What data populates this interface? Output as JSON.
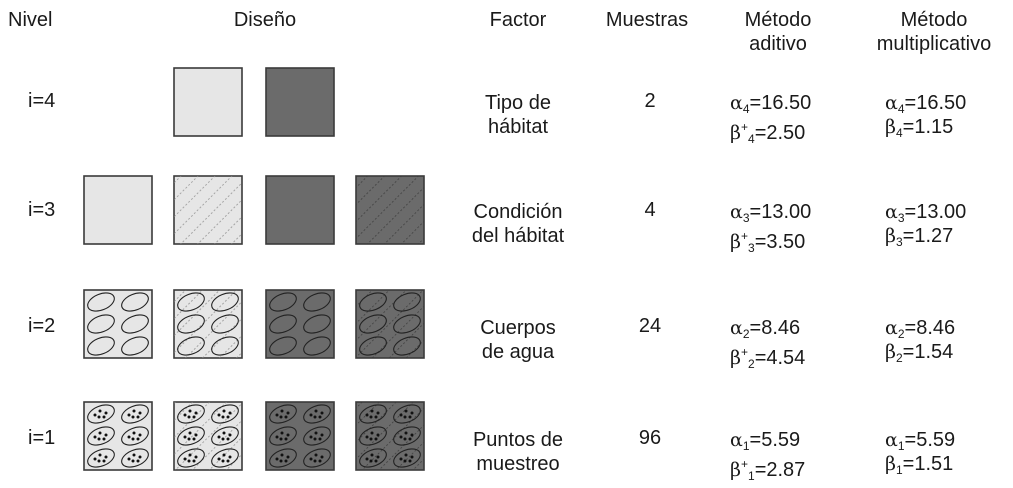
{
  "headers": {
    "nivel": "Nivel",
    "diseno": "Diseño",
    "factor": "Factor",
    "muestras": "Muestras",
    "aditivo_l1": "Método",
    "aditivo_l2": "aditivo",
    "mult_l1": "Método",
    "mult_l2": "multiplicativo"
  },
  "rows": [
    {
      "level": "i=4",
      "factor_l1": "Tipo de",
      "factor_l2": "hábitat",
      "samples": "2",
      "alpha_sym": "α",
      "alpha_sub": "4",
      "alpha_val": "=16.50",
      "beta_add_sym": "β",
      "beta_add_sup": "+",
      "beta_add_sub": "4",
      "beta_add_val": "=2.50",
      "alpha_m_sym": "α",
      "alpha_m_sub": "4",
      "alpha_m_val": "=16.50",
      "beta_m_sym": "β",
      "beta_m_sub": "4",
      "beta_m_val": "=1.15"
    },
    {
      "level": "i=3",
      "factor_l1": "Condición",
      "factor_l2": "del hábitat",
      "samples": "4",
      "alpha_sym": "α",
      "alpha_sub": "3",
      "alpha_val": "=13.00",
      "beta_add_sym": "β",
      "beta_add_sup": "+",
      "beta_add_sub": "3",
      "beta_add_val": "=3.50",
      "alpha_m_sym": "α",
      "alpha_m_sub": "3",
      "alpha_m_val": "=13.00",
      "beta_m_sym": "β",
      "beta_m_sub": "3",
      "beta_m_val": "=1.27"
    },
    {
      "level": "i=2",
      "factor_l1": "Cuerpos",
      "factor_l2": "de agua",
      "samples": "24",
      "alpha_sym": "α",
      "alpha_sub": "2",
      "alpha_val": "=8.46",
      "beta_add_sym": "β",
      "beta_add_sup": "+",
      "beta_add_sub": "2",
      "beta_add_val": "=4.54",
      "alpha_m_sym": "α",
      "alpha_m_sub": "2",
      "alpha_m_val": "=8.46",
      "beta_m_sym": "β",
      "beta_m_sub": "2",
      "beta_m_val": "=1.54"
    },
    {
      "level": "i=1",
      "factor_l1": "Puntos de",
      "factor_l2": "muestreo",
      "samples": "96",
      "alpha_sym": "α",
      "alpha_sub": "1",
      "alpha_val": "=5.59",
      "beta_add_sym": "β",
      "beta_add_sup": "+",
      "beta_add_sub": "1",
      "beta_add_val": "=2.87",
      "alpha_m_sym": "α",
      "alpha_m_sub": "1",
      "alpha_m_val": "=5.59",
      "beta_m_sym": "β",
      "beta_m_sub": "1",
      "beta_m_val": "=1.51"
    }
  ],
  "colors": {
    "light_fill": "#e6e6e6",
    "dark_fill": "#6b6b6b",
    "stroke": "#3a3a3a",
    "text": "#1a1a1a"
  }
}
